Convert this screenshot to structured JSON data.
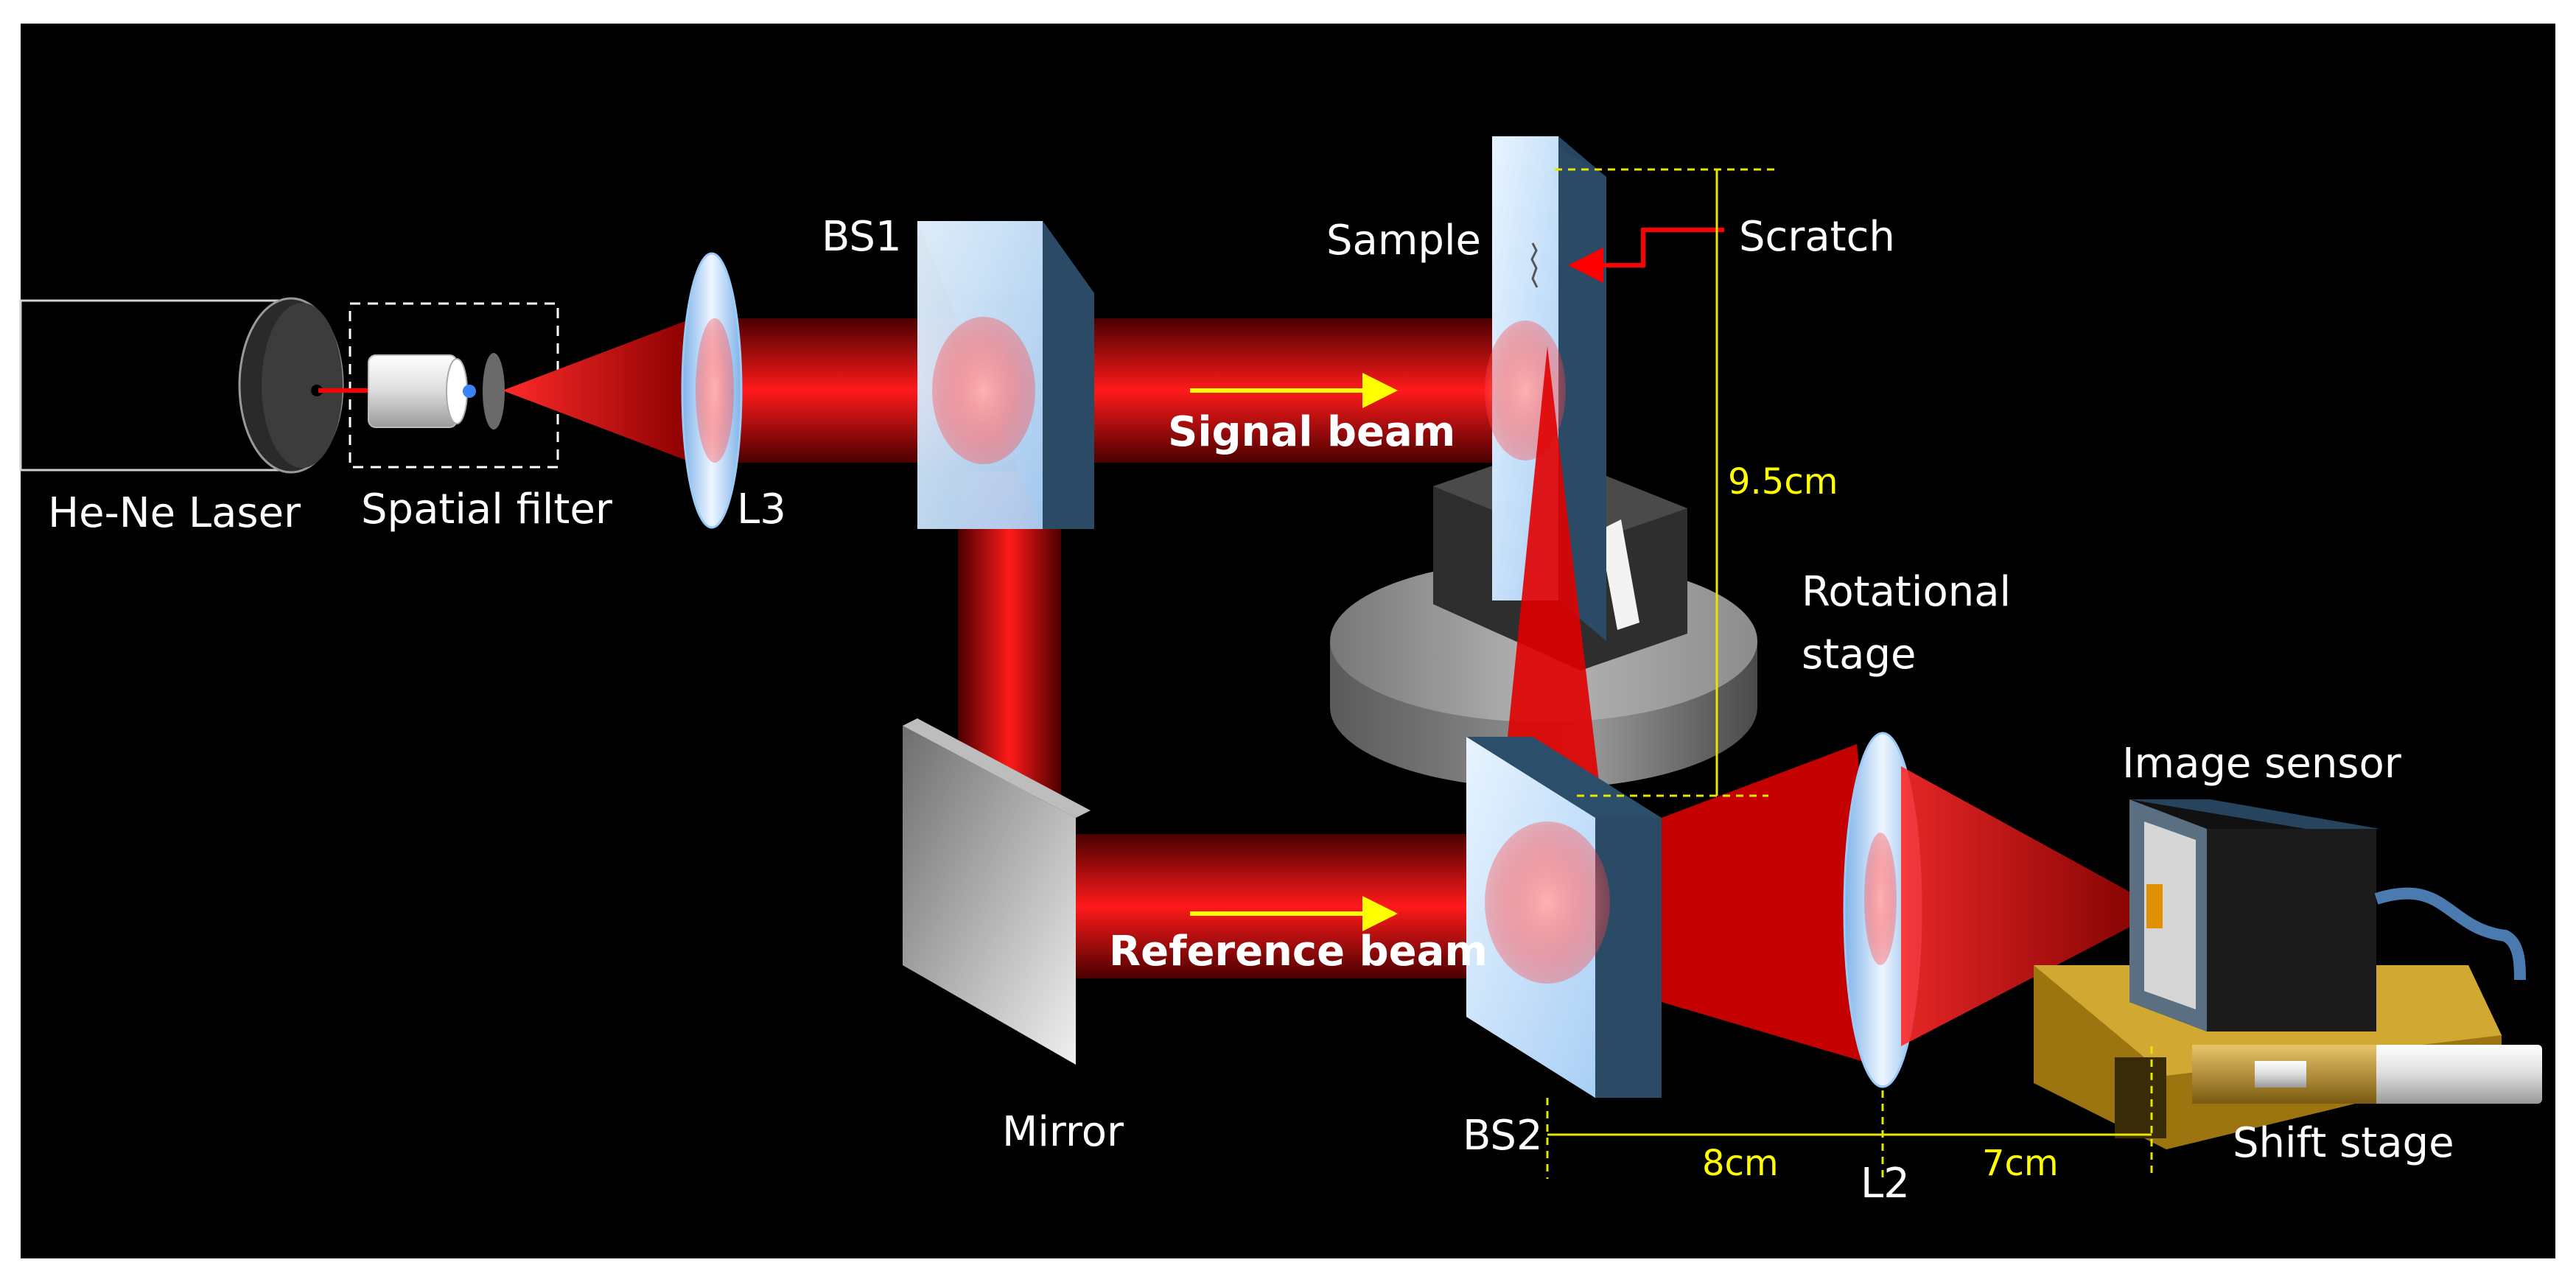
{
  "labels": {
    "laser": "He-Ne Laser",
    "spatial_filter": "Spatial filter",
    "l3": "L3",
    "bs1": "BS1",
    "sample": "Sample",
    "scratch": "Scratch",
    "signal_beam": "Signal beam",
    "rotational_stage_line1": "Rotational",
    "rotational_stage_line2": "stage",
    "mirror": "Mirror",
    "reference_beam": "Reference beam",
    "bs2": "BS2",
    "l2": "L2",
    "image_sensor": "Image sensor",
    "shift_stage": "Shift stage"
  },
  "dimensions": {
    "sample_height": "9.5cm",
    "bs2_to_l2": "8cm",
    "l2_to_sensor": "7cm"
  },
  "colors": {
    "background": "#000000",
    "frame": "#ffffff",
    "beam": "#e00000",
    "arrow": "#ffff00",
    "dimension_line": "#e6e600",
    "optic_glass": "#cfe6ff",
    "stage_gray": "#8c8c8c",
    "shift_stage_gold": "#b8901a",
    "sensor_body": "#1b1b1b",
    "cable": "#4a7ab0"
  }
}
